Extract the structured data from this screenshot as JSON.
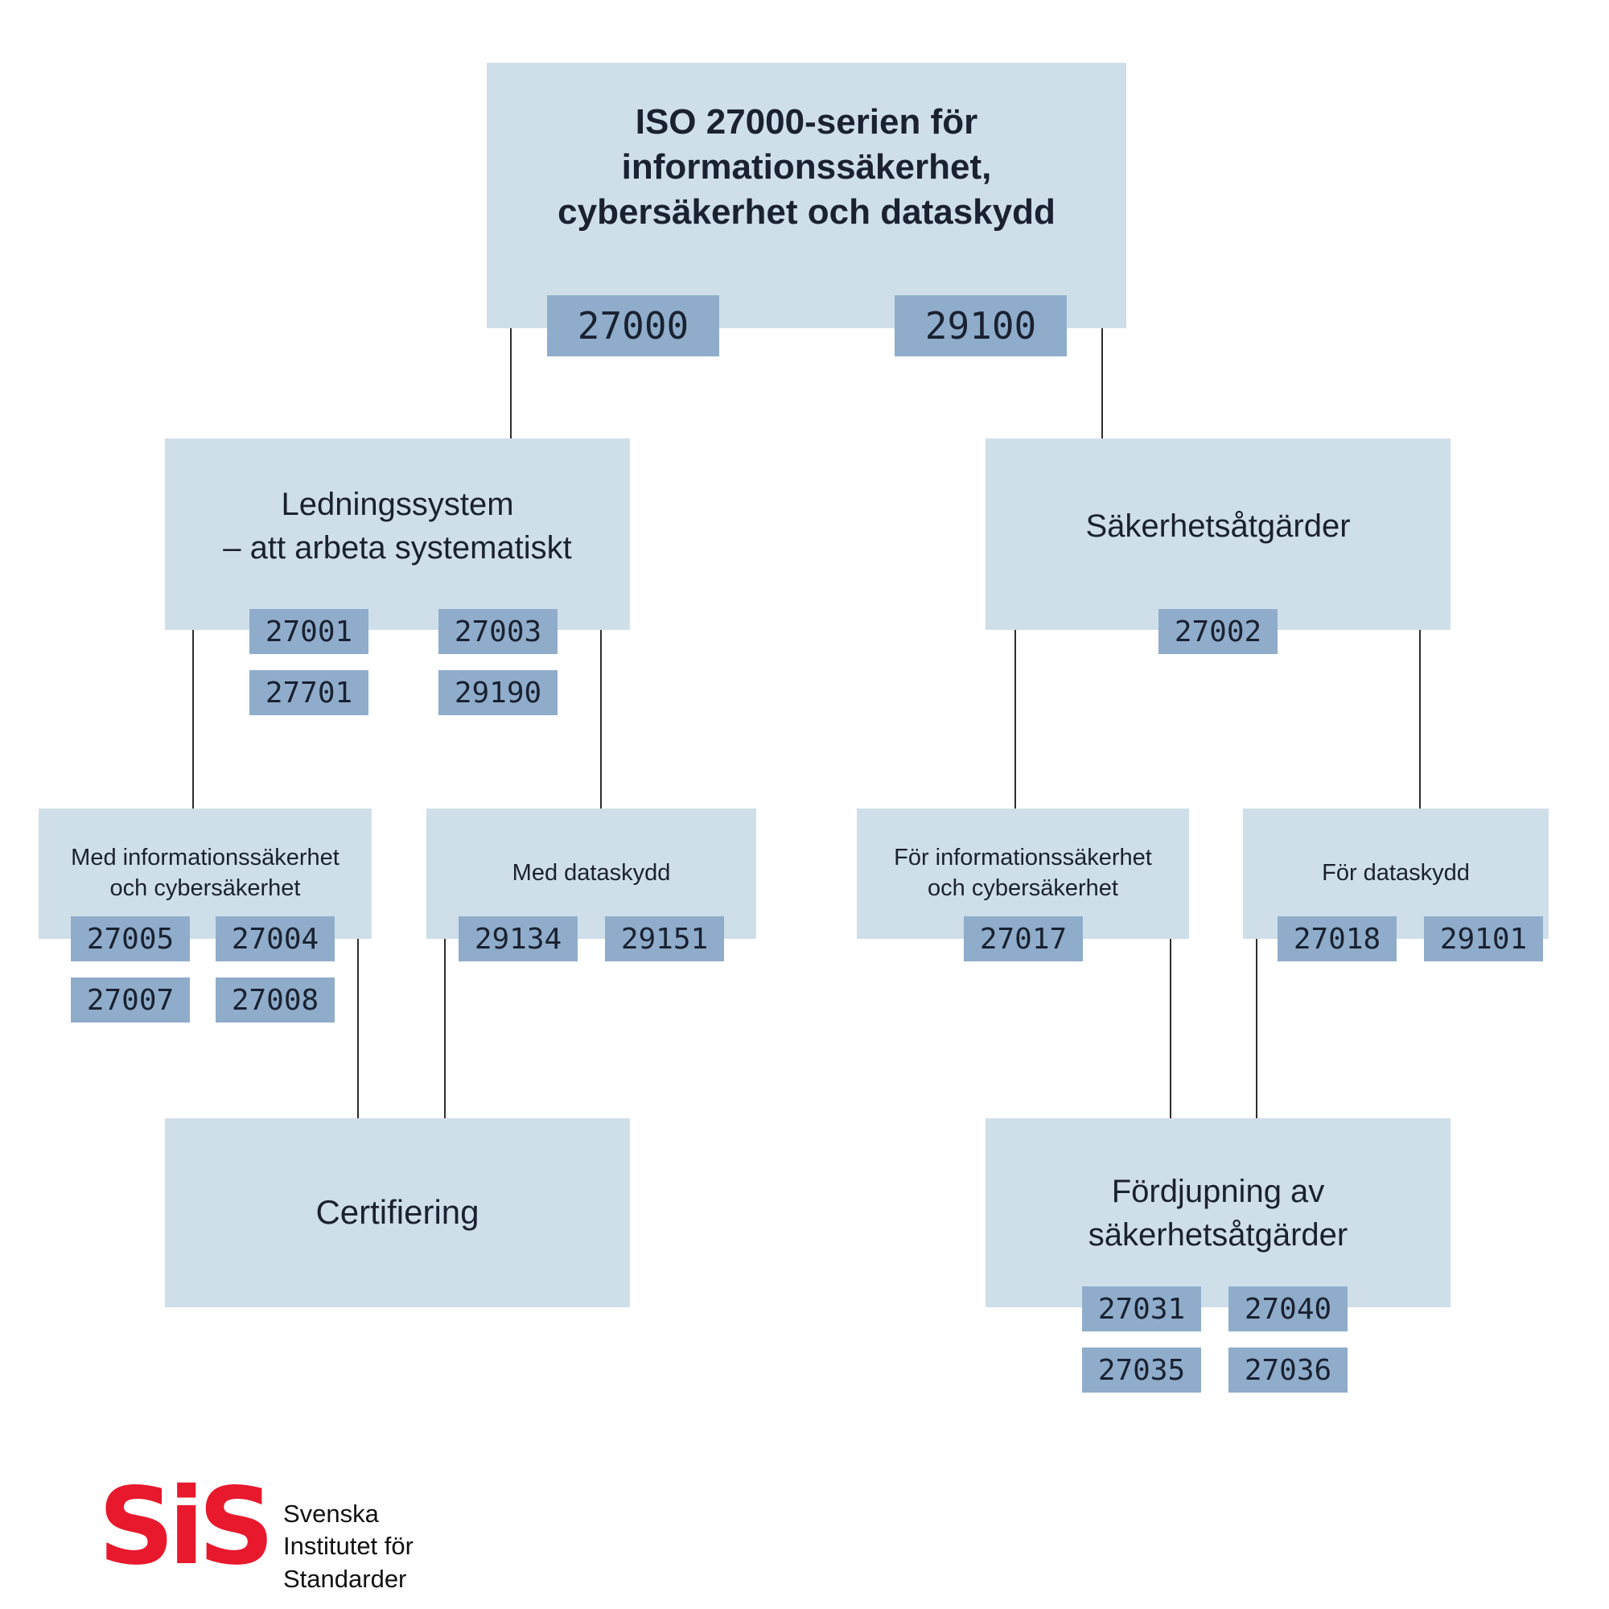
{
  "colors": {
    "box_fill": "#cfdfe9",
    "badge_fill": "#8fadcb",
    "text": "#1a2130",
    "line": "#2e2e2e",
    "logo_red": "#e8192d",
    "background": "#ffffff"
  },
  "root": {
    "title": "ISO 27000-serien för\ninformationssäkerhet,\ncybersäkerhet och dataskydd",
    "badges": [
      "27000",
      "29100"
    ]
  },
  "management": {
    "title": "Ledningssystem\n– att arbeta systematiskt",
    "badges": [
      "27001",
      "27003",
      "27701",
      "29190"
    ]
  },
  "controls": {
    "title": "Säkerhetsåtgärder",
    "badges": [
      "27002"
    ]
  },
  "mgmt_infosec": {
    "title": "Med informationssäkerhet\noch cybersäkerhet",
    "badges": [
      "27005",
      "27004",
      "27007",
      "27008"
    ]
  },
  "mgmt_privacy": {
    "title": "Med dataskydd",
    "badges": [
      "29134",
      "29151"
    ]
  },
  "ctrl_infosec": {
    "title": "För informationssäkerhet\noch cybersäkerhet",
    "badges": [
      "27017"
    ]
  },
  "ctrl_privacy": {
    "title": "För dataskydd",
    "badges": [
      "27018",
      "29101"
    ]
  },
  "certification": {
    "title": "Certifiering"
  },
  "deepening": {
    "title": "Fördjupning av\nsäkerhetsåtgärder",
    "badges": [
      "27031",
      "27040",
      "27035",
      "27036"
    ]
  },
  "logo": {
    "mark": "SiS",
    "name": "Svenska\nInstitutet för\nStandarder"
  }
}
